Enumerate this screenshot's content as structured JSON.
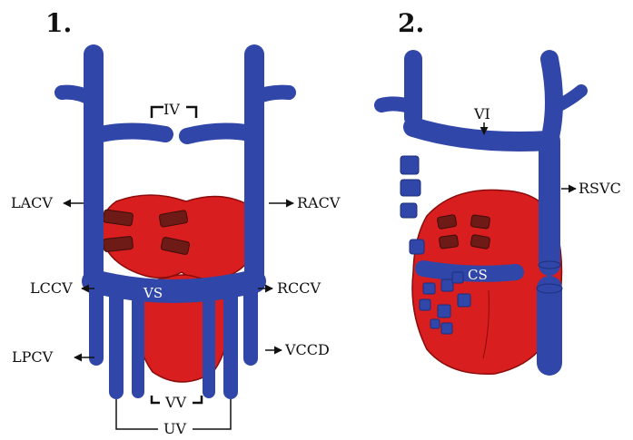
{
  "colors": {
    "vein": "#3046a8",
    "vein_stroke": "#1e2f7a",
    "heart": "#d81e1e",
    "heart_stroke": "#8a0c0c",
    "trabecula": "#6e1a16",
    "label": "#111111"
  },
  "panel1": {
    "number": "1.",
    "labels": {
      "iv": "IV",
      "lacv": "LACV",
      "racv": "RACV",
      "lccv": "LCCV",
      "vs": "VS",
      "rccv": "RCCV",
      "lpcv": "LPCV",
      "vccd": "VCCD",
      "vv": "VV",
      "uv": "UV"
    }
  },
  "panel2": {
    "number": "2.",
    "labels": {
      "vi": "VI",
      "rsvc": "RSVC",
      "cs": "CS"
    }
  }
}
